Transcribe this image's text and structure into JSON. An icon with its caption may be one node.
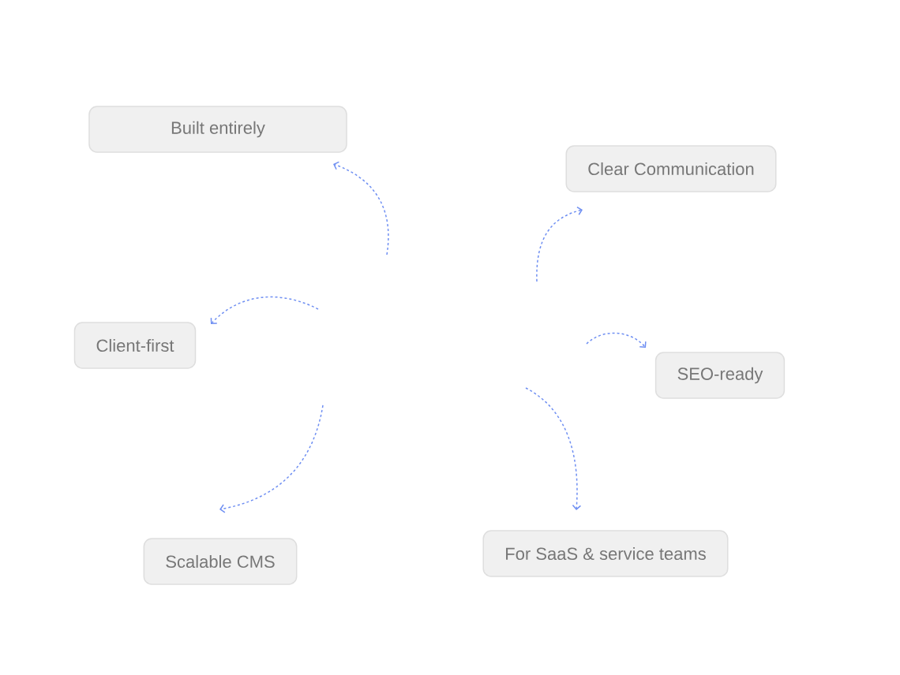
{
  "diagram": {
    "nodes": [
      {
        "text": [
          "Built entirely"
        ]
      },
      {
        "text": [
          "Clear Communication"
        ]
      },
      {
        "text": [
          "Client-first"
        ]
      },
      {
        "text": [
          "SEO-ready"
        ]
      },
      {
        "text": [
          "Scalable CMS"
        ]
      },
      {
        "text": [
          "For SaaS & service teams"
        ]
      }
    ],
    "edges": [
      {
        "from": null,
        "to": 0,
        "arrow": "to",
        "style": "dashed",
        "color": "#6f8ff2"
      },
      {
        "from": null,
        "to": 1,
        "arrow": "to",
        "style": "dashed",
        "color": "#6f8ff2"
      },
      {
        "from": null,
        "to": 2,
        "arrow": "to",
        "style": "dashed",
        "color": "#6f8ff2"
      },
      {
        "from": null,
        "to": 3,
        "arrow": "to",
        "style": "dashed",
        "color": "#6f8ff2"
      },
      {
        "from": null,
        "to": 4,
        "arrow": "to",
        "style": "dashed",
        "color": "#6f8ff2"
      },
      {
        "from": null,
        "to": 5,
        "arrow": "to",
        "style": "dashed",
        "color": "#6f8ff2"
      }
    ]
  }
}
